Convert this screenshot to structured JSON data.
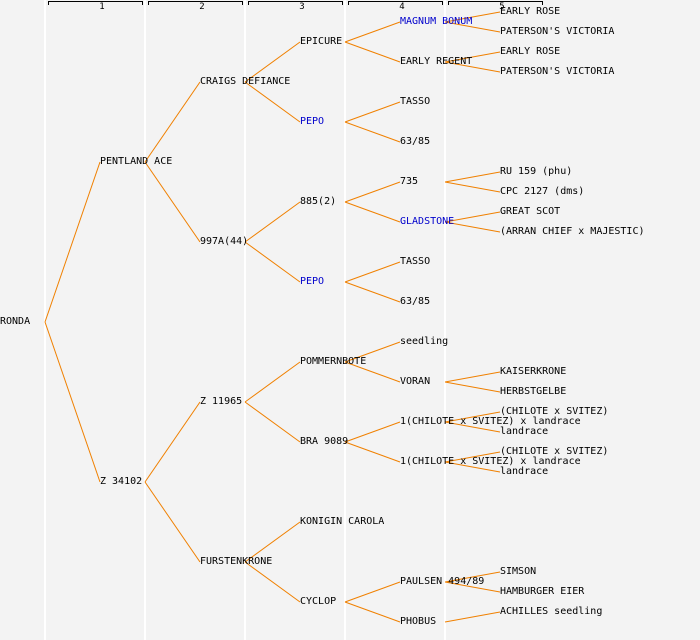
{
  "generations": [
    "1",
    "2",
    "3",
    "4",
    "5"
  ],
  "line_color": "#f08000",
  "link_color": "#0000cc",
  "root": {
    "id": "ronda",
    "name": "RONDA",
    "gen": 0,
    "linked": false
  },
  "nodes": [
    {
      "id": "pentland-ace",
      "name": "PENTLAND ACE",
      "gen": 1,
      "parent": "ronda",
      "linked": false
    },
    {
      "id": "z-34102",
      "name": "Z 34102",
      "gen": 1,
      "parent": "ronda",
      "linked": false
    },
    {
      "id": "craigs-defiance",
      "name": "CRAIGS DEFIANCE",
      "gen": 2,
      "parent": "pentland-ace",
      "linked": false
    },
    {
      "id": "997a44",
      "name": "997A(44)",
      "gen": 2,
      "parent": "pentland-ace",
      "linked": false
    },
    {
      "id": "z-11965",
      "name": "Z 11965",
      "gen": 2,
      "parent": "z-34102",
      "linked": false
    },
    {
      "id": "furstenkrone",
      "name": "FURSTENKRONE",
      "gen": 2,
      "parent": "z-34102",
      "linked": false
    },
    {
      "id": "epicure",
      "name": "EPICURE",
      "gen": 3,
      "parent": "craigs-defiance",
      "linked": false
    },
    {
      "id": "pepo-1",
      "name": "PEPO",
      "gen": 3,
      "parent": "craigs-defiance",
      "linked": true
    },
    {
      "id": "885-2",
      "name": "885(2)",
      "gen": 3,
      "parent": "997a44",
      "linked": false
    },
    {
      "id": "pepo-2",
      "name": "PEPO",
      "gen": 3,
      "parent": "997a44",
      "linked": true
    },
    {
      "id": "pommernbote",
      "name": "POMMERNBOTE",
      "gen": 3,
      "parent": "z-11965",
      "linked": false
    },
    {
      "id": "bra-9089",
      "name": "BRA 9089",
      "gen": 3,
      "parent": "z-11965",
      "linked": false
    },
    {
      "id": "konigin-carola",
      "name": "KONIGIN CAROLA",
      "gen": 3,
      "parent": "furstenkrone",
      "linked": false
    },
    {
      "id": "cyclop",
      "name": "CYCLOP",
      "gen": 3,
      "parent": "furstenkrone",
      "linked": false
    },
    {
      "id": "magnum-bonum",
      "name": "MAGNUM BONUM",
      "gen": 4,
      "parent": "epicure",
      "linked": true
    },
    {
      "id": "early-regent",
      "name": "EARLY REGENT",
      "gen": 4,
      "parent": "epicure",
      "linked": false
    },
    {
      "id": "tasso-1",
      "name": "TASSO",
      "gen": 4,
      "parent": "pepo-1",
      "linked": false
    },
    {
      "id": "6385-1",
      "name": "63/85",
      "gen": 4,
      "parent": "pepo-1",
      "linked": false
    },
    {
      "id": "735",
      "name": "735",
      "gen": 4,
      "parent": "885-2",
      "linked": false
    },
    {
      "id": "gladstone",
      "name": "GLADSTONE",
      "gen": 4,
      "parent": "885-2",
      "linked": true
    },
    {
      "id": "tasso-2",
      "name": "TASSO",
      "gen": 4,
      "parent": "pepo-2",
      "linked": false
    },
    {
      "id": "6385-2",
      "name": "63/85",
      "gen": 4,
      "parent": "pepo-2",
      "linked": false
    },
    {
      "id": "seedling",
      "name": "seedling",
      "gen": 4,
      "parent": "pommernbote",
      "linked": false
    },
    {
      "id": "voran",
      "name": "VORAN",
      "gen": 4,
      "parent": "pommernbote",
      "linked": false
    },
    {
      "id": "chilote-1",
      "name": "1(CHILOTE x SVITEZ) x landrace",
      "gen": 4,
      "parent": "bra-9089",
      "linked": false
    },
    {
      "id": "chilote-2",
      "name": "1(CHILOTE x SVITEZ) x landrace",
      "gen": 4,
      "parent": "bra-9089",
      "linked": false
    },
    {
      "id": "paulsen",
      "name": "PAULSEN 494/89",
      "gen": 4,
      "parent": "cyclop",
      "linked": false
    },
    {
      "id": "phobus",
      "name": "PHOBUS",
      "gen": 4,
      "parent": "cyclop",
      "linked": false
    },
    {
      "id": "early-rose-1",
      "name": "EARLY ROSE",
      "gen": 5,
      "parent": "magnum-bonum",
      "linked": false
    },
    {
      "id": "patersons-victoria-1",
      "name": "PATERSON'S VICTORIA",
      "gen": 5,
      "parent": "magnum-bonum",
      "linked": false
    },
    {
      "id": "early-rose-2",
      "name": "EARLY ROSE",
      "gen": 5,
      "parent": "early-regent",
      "linked": false
    },
    {
      "id": "patersons-victoria-2",
      "name": "PATERSON'S VICTORIA",
      "gen": 5,
      "parent": "early-regent",
      "linked": false
    },
    {
      "id": "ru-159",
      "name": "RU 159 (phu)",
      "gen": 5,
      "parent": "735",
      "linked": false
    },
    {
      "id": "cpc-2127",
      "name": "CPC 2127 (dms)",
      "gen": 5,
      "parent": "735",
      "linked": false
    },
    {
      "id": "great-scot",
      "name": "GREAT SCOT",
      "gen": 5,
      "parent": "gladstone",
      "linked": false
    },
    {
      "id": "arran-chief",
      "name": "(ARRAN CHIEF x MAJESTIC)",
      "gen": 5,
      "parent": "gladstone",
      "linked": false
    },
    {
      "id": "kaiserkrone",
      "name": "KAISERKRONE",
      "gen": 5,
      "parent": "voran",
      "linked": false
    },
    {
      "id": "herbstgelbe",
      "name": "HERBSTGELBE",
      "gen": 5,
      "parent": "voran",
      "linked": false
    },
    {
      "id": "chilote-svitez-1",
      "name": "(CHILOTE x SVITEZ)",
      "gen": 5,
      "parent": "chilote-1",
      "linked": false
    },
    {
      "id": "landrace-1",
      "name": "landrace",
      "gen": 5,
      "parent": "chilote-1",
      "linked": false
    },
    {
      "id": "chilote-svitez-2",
      "name": "(CHILOTE x SVITEZ)",
      "gen": 5,
      "parent": "chilote-2",
      "linked": false
    },
    {
      "id": "landrace-2",
      "name": "landrace",
      "gen": 5,
      "parent": "chilote-2",
      "linked": false
    },
    {
      "id": "simson",
      "name": "SIMSON",
      "gen": 5,
      "parent": "paulsen",
      "linked": false
    },
    {
      "id": "hamburger-eier",
      "name": "HAMBURGER EIER",
      "gen": 5,
      "parent": "paulsen",
      "linked": false
    },
    {
      "id": "achilles-seedling",
      "name": "ACHILLES seedling",
      "gen": 5,
      "parent": "phobus",
      "linked": false
    }
  ]
}
